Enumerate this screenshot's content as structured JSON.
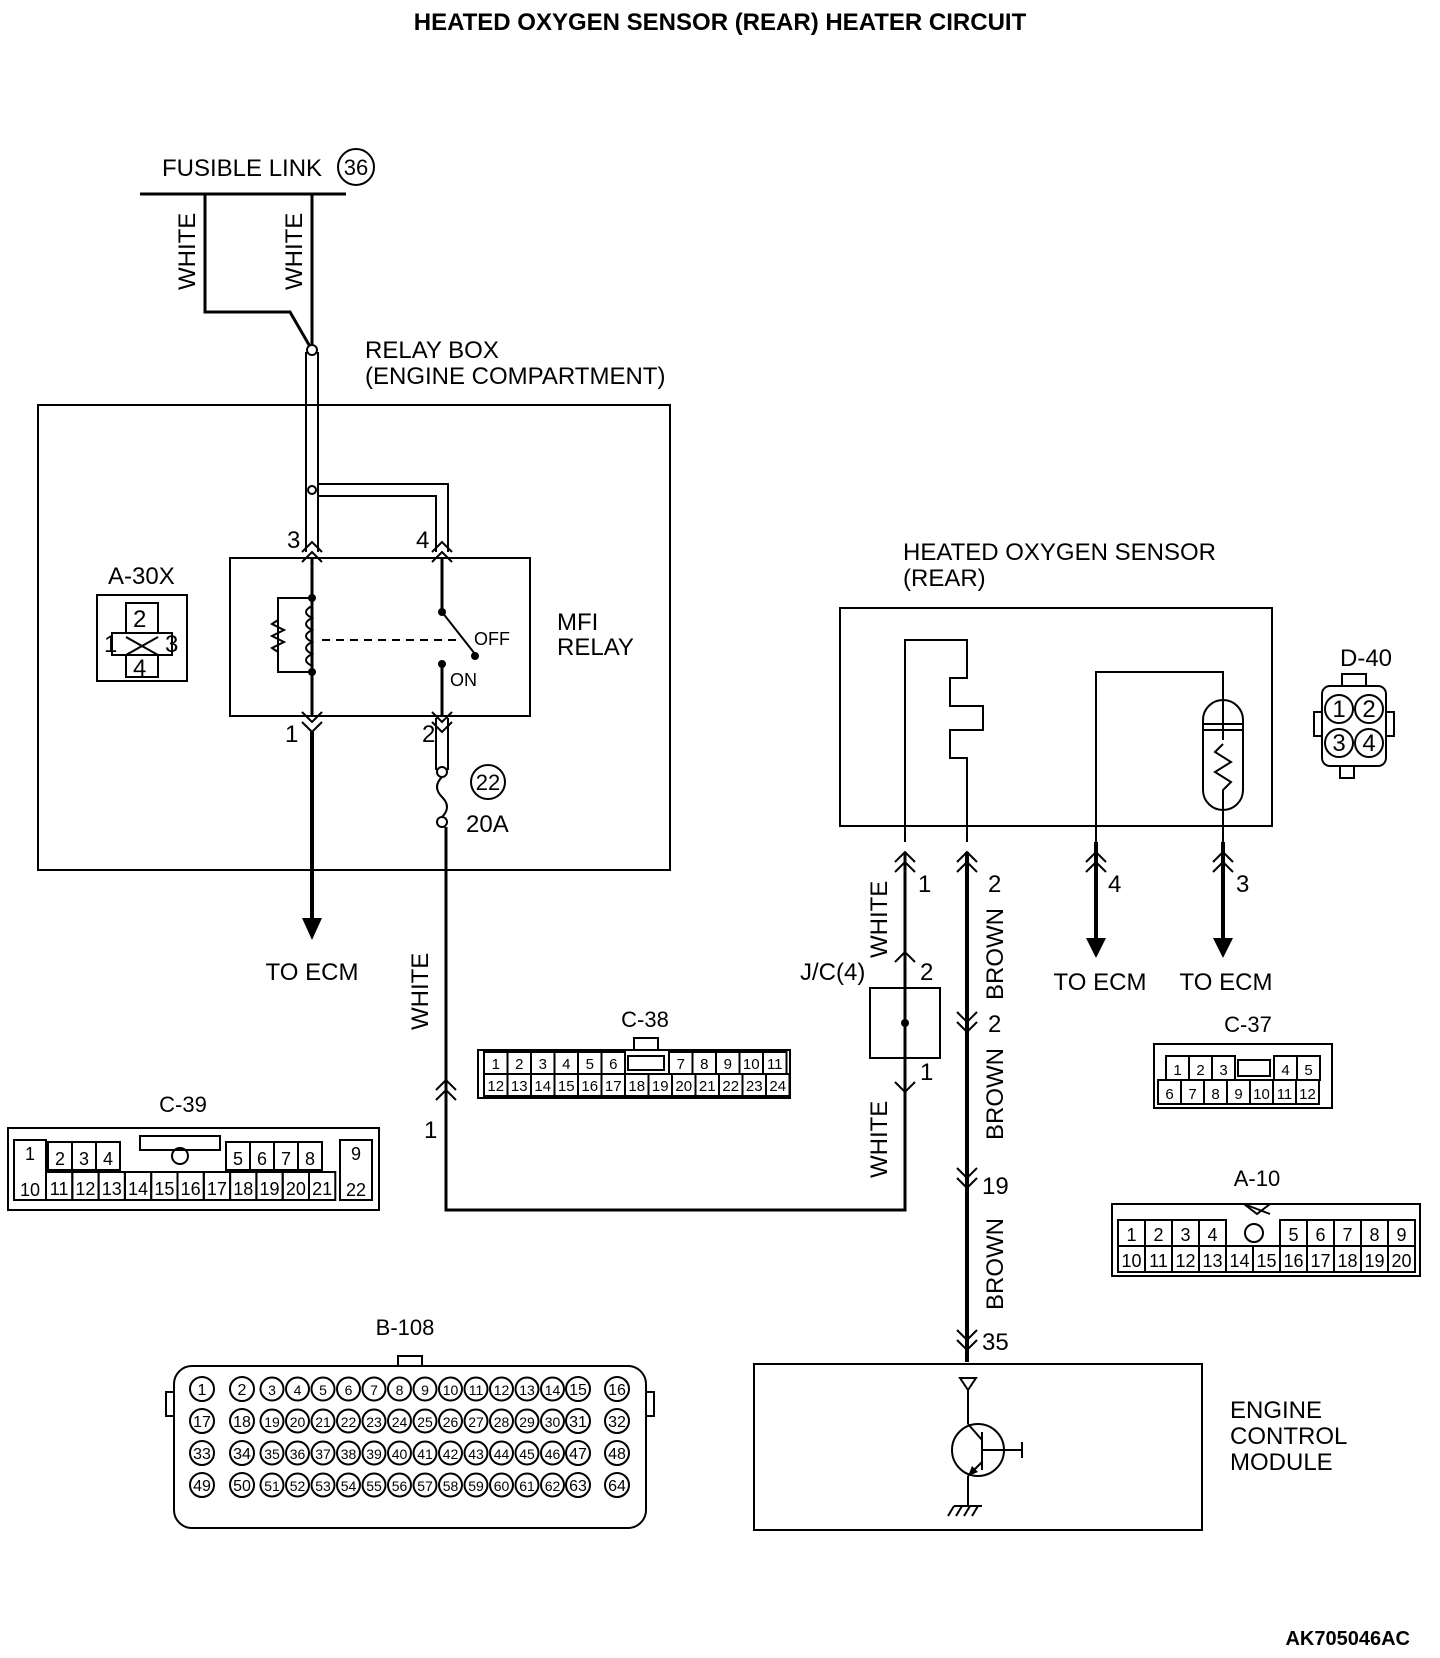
{
  "title": "HEATED OXYGEN SENSOR (REAR) HEATER CIRCUIT",
  "figure_code": "AK705046AC",
  "fusible_link": {
    "label": "FUSIBLE LINK",
    "number": "36"
  },
  "relay_box": {
    "line1": "RELAY BOX",
    "line2": "(ENGINE COMPARTMENT)"
  },
  "mfi_relay": {
    "line1": "MFI",
    "line2": "RELAY",
    "off": "OFF",
    "on": "ON",
    "pins": [
      "3",
      "4",
      "1",
      "2"
    ]
  },
  "fuse": {
    "number": "22",
    "rating": "20A"
  },
  "wires": {
    "white": "WHITE",
    "brown": "BROWN"
  },
  "to_ecm": "TO ECM",
  "sensor": {
    "line1": "HEATED OXYGEN SENSOR",
    "line2": "(REAR)",
    "pins": [
      "1",
      "2",
      "4",
      "3"
    ]
  },
  "junction": {
    "label": "J/C(4)",
    "pin_top": "2",
    "pin_bottom": "1"
  },
  "brown_pins": [
    "2",
    "19",
    "35"
  ],
  "white_pin": "1",
  "ecm": {
    "line1": "ENGINE",
    "line2": "CONTROL",
    "line3": "MODULE"
  },
  "connectors": {
    "a30x": {
      "label": "A-30X",
      "pins": [
        "1",
        "2",
        "3",
        "4"
      ]
    },
    "d40": {
      "label": "D-40",
      "pins": [
        "1",
        "2",
        "3",
        "4"
      ]
    },
    "c38": {
      "label": "C-38",
      "row1": [
        "1",
        "2",
        "3",
        "4",
        "5",
        "6",
        "7",
        "8",
        "9",
        "10",
        "11"
      ],
      "row2": [
        "12",
        "13",
        "14",
        "15",
        "16",
        "17",
        "18",
        "19",
        "20",
        "21",
        "22",
        "23",
        "24"
      ]
    },
    "c37": {
      "label": "C-37",
      "row1": [
        "1",
        "2",
        "3",
        "4",
        "5"
      ],
      "row2": [
        "6",
        "7",
        "8",
        "9",
        "10",
        "11",
        "12"
      ]
    },
    "c39": {
      "label": "C-39",
      "row1": [
        "1",
        "2",
        "3",
        "4",
        "5",
        "6",
        "7",
        "8",
        "9"
      ],
      "row2": [
        "10",
        "11",
        "12",
        "13",
        "14",
        "15",
        "16",
        "17",
        "18",
        "19",
        "20",
        "21",
        "22"
      ]
    },
    "a10": {
      "label": "A-10",
      "row1": [
        "1",
        "2",
        "3",
        "4",
        "5",
        "6",
        "7",
        "8",
        "9"
      ],
      "row2": [
        "10",
        "11",
        "12",
        "13",
        "14",
        "15",
        "16",
        "17",
        "18",
        "19",
        "20"
      ]
    },
    "b108": {
      "label": "B-108",
      "rows": [
        [
          "1",
          "2",
          "3",
          "4",
          "5",
          "6",
          "7",
          "8",
          "9",
          "10",
          "11",
          "12",
          "13",
          "14",
          "15",
          "16"
        ],
        [
          "17",
          "18",
          "19",
          "20",
          "21",
          "22",
          "23",
          "24",
          "25",
          "26",
          "27",
          "28",
          "29",
          "30",
          "31",
          "32"
        ],
        [
          "33",
          "34",
          "35",
          "36",
          "37",
          "38",
          "39",
          "40",
          "41",
          "42",
          "43",
          "44",
          "45",
          "46",
          "47",
          "48"
        ],
        [
          "49",
          "50",
          "51",
          "52",
          "53",
          "54",
          "55",
          "56",
          "57",
          "58",
          "59",
          "60",
          "61",
          "62",
          "63",
          "64"
        ]
      ]
    }
  }
}
